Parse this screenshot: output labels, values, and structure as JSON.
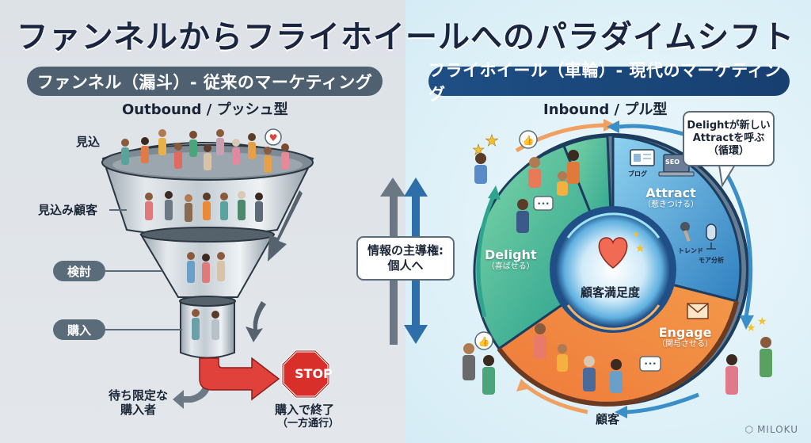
{
  "title": "ファンネルからフライホイールへのパラダイムシフト",
  "left_panel": {
    "header": "ファンネル（漏斗）- 従来のマーケティング",
    "subheader": "Outbound / プッシュ型",
    "stages": [
      {
        "label": "見込"
      },
      {
        "label": "見込み顧客"
      },
      {
        "label": "検討"
      },
      {
        "label": "購入"
      }
    ],
    "side_note": "待ち限定な\n購入者",
    "stop_sign": "STOP",
    "end_note_line1": "購入で終了",
    "end_note_line2": "（一方通行）",
    "colors": {
      "header_bg": "#4f6170",
      "arrow_red": "#e0413a",
      "stop_red": "#d92f2a"
    }
  },
  "divider": {
    "callout_line1": "情報の主導権:",
    "callout_line2": "個人へ"
  },
  "right_panel": {
    "header": "フライホイール（車輪）- 現代のマーケティング",
    "subheader": "Inbound / プル型",
    "callout_line1": "Delightが新しい",
    "callout_line2": "Attractを呼ぶ",
    "callout_line3": "（循環）",
    "center_label": "顧客満足度",
    "segments": {
      "attract": {
        "title": "Attract",
        "subtitle": "（惹きつける）",
        "color": "#3b8fc9"
      },
      "engage": {
        "title": "Engage",
        "subtitle": "（関与させる）",
        "color": "#ef8a3c"
      },
      "delight": {
        "title": "Delight",
        "subtitle": "（喜ばせる）",
        "color": "#2fa58f"
      }
    },
    "icon_labels": {
      "blog": "ブログ",
      "seo": "SEO",
      "trend": "トレンド",
      "analysis": "モア分析"
    },
    "customers_label": "顧客",
    "colors": {
      "header_bg": "#1e4f85"
    }
  },
  "watermark": "MILOKU"
}
